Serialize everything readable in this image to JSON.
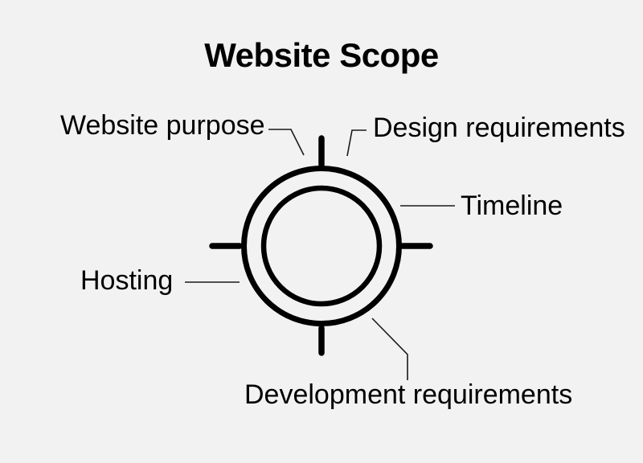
{
  "title": "Website Scope",
  "diagram": {
    "type": "scope-diagram",
    "center_symbol": "double-ring-crosshair",
    "labels": [
      {
        "id": "website-purpose",
        "text": "Website purpose",
        "position": "top-left"
      },
      {
        "id": "design-requirements",
        "text": "Design requirements",
        "position": "top-right"
      },
      {
        "id": "timeline",
        "text": "Timeline",
        "position": "right"
      },
      {
        "id": "hosting",
        "text": "Hosting",
        "position": "left"
      },
      {
        "id": "development-requirements",
        "text": "Development requirements",
        "position": "bottom"
      }
    ]
  },
  "colors": {
    "background": "#f2f2f2",
    "ink": "#000000",
    "connector": "#1a1a1a"
  }
}
